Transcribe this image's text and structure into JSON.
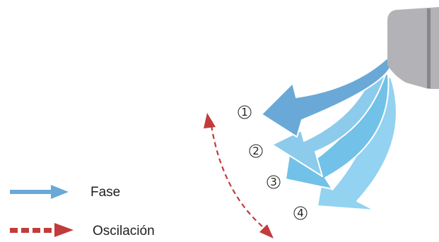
{
  "legend": {
    "phase_label": "Fase",
    "oscillation_label": "Oscilación"
  },
  "positions": [
    "1",
    "2",
    "3",
    "4"
  ],
  "colors": {
    "unit_body": "#b3b2b6",
    "unit_stripe": "#87868b",
    "airflow_1": "#6aa9d7",
    "airflow_2": "#8ccbeb",
    "airflow_3": "#72c1e8",
    "airflow_4": "#93d2f0",
    "phase_arrow": "#6aa9d7",
    "oscillation_arrow": "#c23b3b"
  }
}
